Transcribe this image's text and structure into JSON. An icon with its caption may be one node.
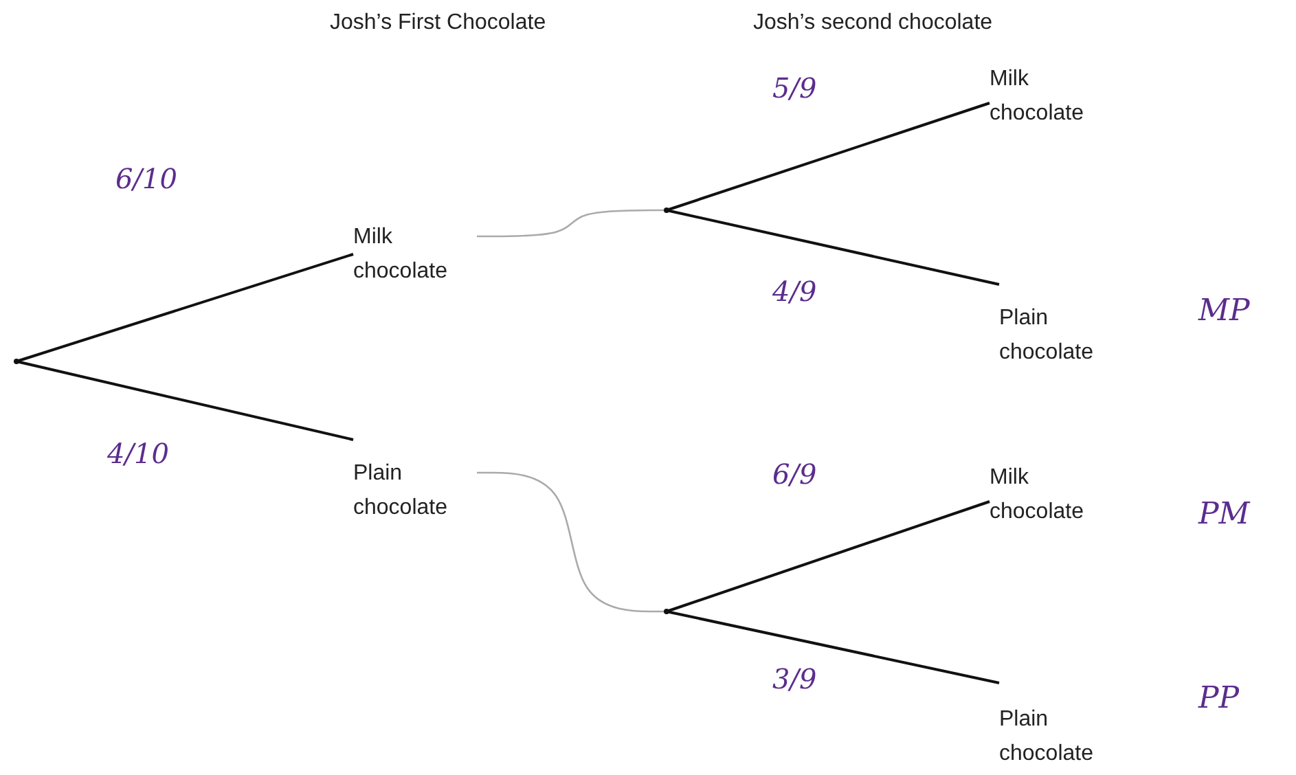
{
  "diagram": {
    "nodes": [
      {
        "text": [],
        "shape": "point"
      },
      {
        "text": [
          "Milk chocolate"
        ]
      },
      {
        "text": [
          "Plain chocolate"
        ]
      },
      {
        "text": [],
        "shape": "point"
      },
      {
        "text": [
          "Milk chocolate"
        ]
      },
      {
        "text": [
          "Plain chocolate"
        ]
      },
      {
        "text": [],
        "shape": "point"
      },
      {
        "text": [
          "Milk chocolate"
        ]
      },
      {
        "text": [
          "Plain chocolate"
        ]
      }
    ],
    "edges": [
      {
        "from": 0,
        "to": 1,
        "arrow": "none",
        "label": "6/10"
      },
      {
        "from": 0,
        "to": 2,
        "arrow": "none",
        "label": "4/10"
      },
      {
        "from": 1,
        "to": 3,
        "arrow": "none",
        "color": "#aaaaaa"
      },
      {
        "from": 2,
        "to": 6,
        "arrow": "none",
        "color": "#aaaaaa"
      },
      {
        "from": 3,
        "to": 4,
        "arrow": "none",
        "label": "5/9"
      },
      {
        "from": 3,
        "to": 5,
        "arrow": "none",
        "label": "4/9"
      },
      {
        "from": 6,
        "to": 7,
        "arrow": "none",
        "label": "6/9"
      },
      {
        "from": 6,
        "to": 8,
        "arrow": "none",
        "label": "3/9"
      }
    ],
    "labels": [
      "Josh’s First Chocolate",
      "Josh’s second chocolate",
      "MP",
      "PM",
      "PP"
    ]
  }
}
